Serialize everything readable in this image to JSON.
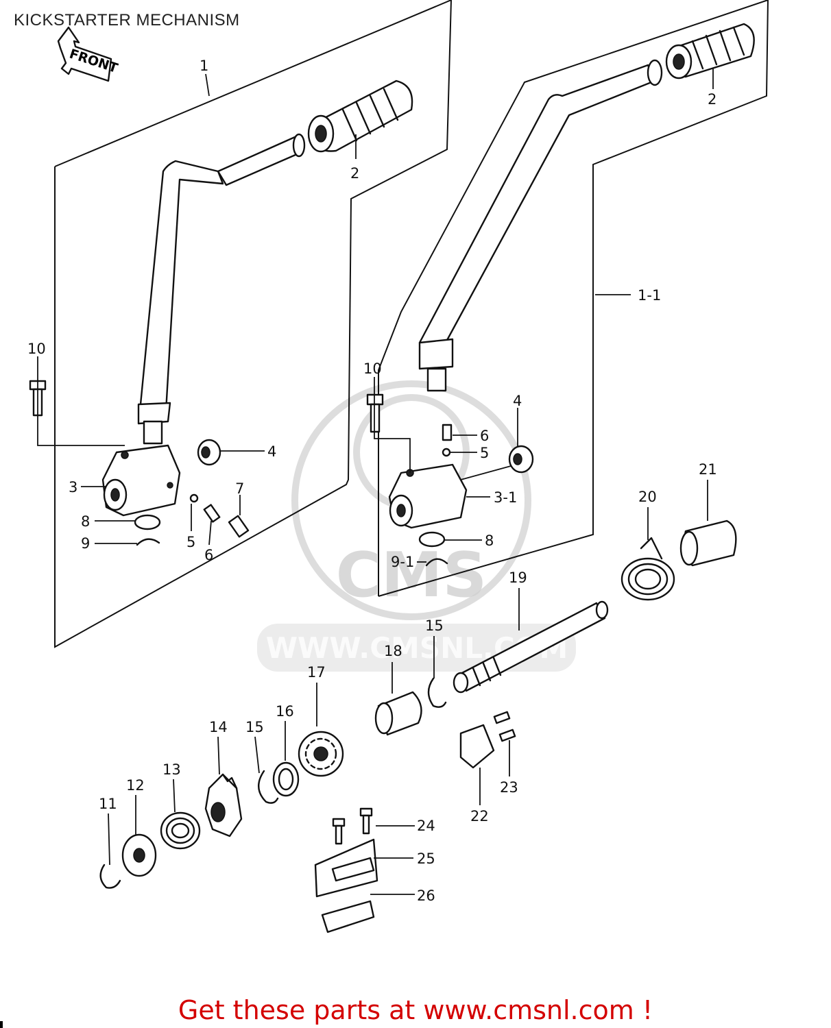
{
  "title": "KICKSTARTER MECHANISM",
  "front_badge": "FRONT",
  "watermark": {
    "brand": "CMS",
    "url": "WWW.CMSNL.COM"
  },
  "footer": {
    "text": "Get these parts at www.cmsnl.com !"
  },
  "part_labels": {
    "p1": "1",
    "p1_1": "1-1",
    "p2a": "2",
    "p2b": "2",
    "p3": "3",
    "p3_1": "3-1",
    "p4a": "4",
    "p4b": "4",
    "p5a": "5",
    "p5b": "5",
    "p6a": "6",
    "p6b": "6",
    "p7": "7",
    "p8a": "8",
    "p8b": "8",
    "p9": "9",
    "p9_1": "9-1",
    "p10a": "10",
    "p10b": "10",
    "p11": "11",
    "p12": "12",
    "p13": "13",
    "p14": "14",
    "p15a": "15",
    "p15b": "15",
    "p16": "16",
    "p17": "17",
    "p18": "18",
    "p19": "19",
    "p20": "20",
    "p21": "21",
    "p22": "22",
    "p23": "23",
    "p24": "24",
    "p25": "25",
    "p26": "26"
  }
}
